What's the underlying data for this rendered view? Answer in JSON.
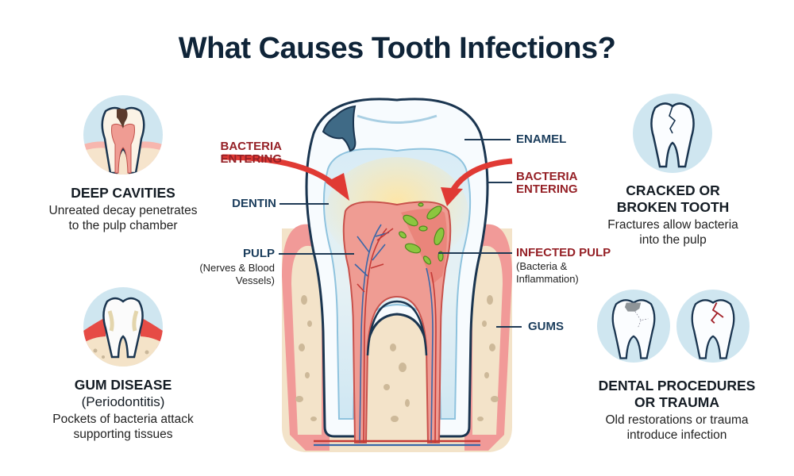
{
  "title": "What Causes Tooth Infections?",
  "cards": {
    "deep_cavities": {
      "heading": "DEEP CAVITIES",
      "desc_line1": "Unreated decay penetrates",
      "desc_line2": "to the pulp chamber",
      "icon": "tooth-cavity-icon"
    },
    "gum_disease": {
      "heading": "GUM DISEASE",
      "heading_line2": "(Periodontitis)",
      "desc_line1": "Pockets of bacteria attack",
      "desc_line2": "supporting tissues",
      "icon": "tooth-gum-disease-icon"
    },
    "cracked_tooth": {
      "heading_line1": "CRACKED OR",
      "heading_line2": "BROKEN TOOTH",
      "desc_line1": "Fractures allow bacteria",
      "desc_line2": "into the pulp",
      "icon": "cracked-tooth-icon"
    },
    "dental_procedures": {
      "heading_line1": "DENTAL PROCEDURES",
      "heading_line2": "OR TRAUMA",
      "desc_line1": "Old restorations or trauma",
      "desc_line2": "introduce infection",
      "icons": [
        "tooth-filling-icon",
        "tooth-trauma-icon"
      ]
    }
  },
  "diagram": {
    "labels": {
      "bacteria_left_1": "BACTERIA",
      "bacteria_left_2": "ENTERING",
      "dentin": "DENTIN",
      "pulp": "PULP",
      "pulp_sub_1": "(Nerves & Blood",
      "pulp_sub_2": "Vessels)",
      "enamel": "ENAMEL",
      "bacteria_right_1": "BACTERIA",
      "bacteria_right_2": "ENTERING",
      "infected_pulp": "INFECTED PULP",
      "infected_sub_1": "(Bacteria &",
      "infected_sub_2": "Inflammation)",
      "gums": "GUMS"
    }
  },
  "colors": {
    "title": "#0f2438",
    "label_blue": "#1b3d5c",
    "label_red": "#952026",
    "icon_bg": "#cfe6f0",
    "gum_pink": "#f19a98",
    "bone": "#f3e3c9",
    "pulp": "#ef9c93",
    "bacteria": "#8cc63f"
  }
}
